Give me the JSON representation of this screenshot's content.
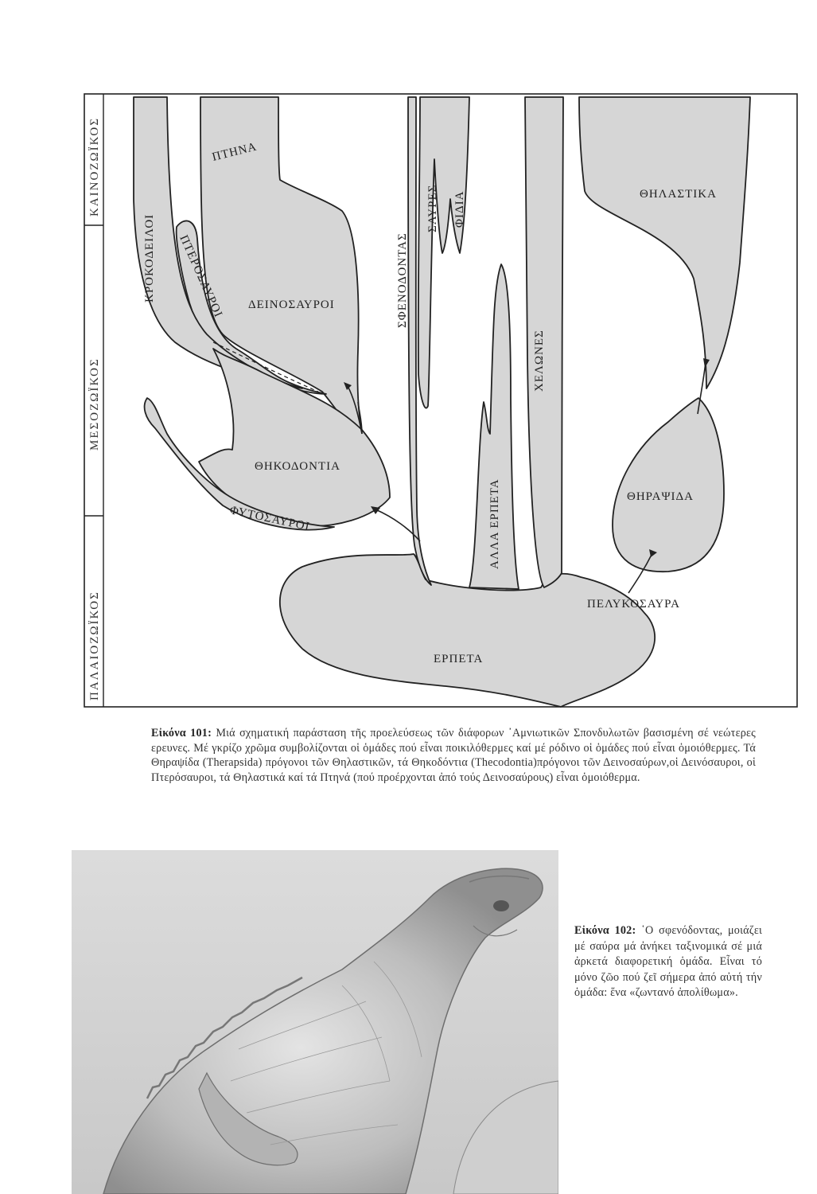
{
  "diagram": {
    "eras": {
      "cenozoic": "ΚΑΙΝΟΖΩΪΚΟΣ",
      "mesozoic": "ΜΕΣΟΖΩΪΚΟΣ",
      "paleozoic": "ΠΑΛΑΙΟΖΩΪΚΟΣ"
    },
    "labels": {
      "birds": "ΠΤΗΝΑ",
      "crocodiles": "ΚΡΟΚΟΔΕΙΛΟΙ",
      "pterosaurs": "ΠΤΕΡΟΣΑΥΡΟΙ",
      "dinosaurs": "ΔΕΙΝΟΣΑΥΡΟΙ",
      "thecodonts": "ΘΗΚΟΔΟΝΤΙΑ",
      "phytosaurs": "ΦΥΤΟΣΑΥΡΟΙ",
      "sphenodon": "ΣΦΕΝΟΔΟΝΤΑΣ",
      "lizards": "ΣΑΥΡΕΣ",
      "snakes": "ΦΙΔΙΑ",
      "other_reptiles": "ΑΛΛΑ ΕΡΠΕΤΑ",
      "turtles": "ΧΕΛΩΝΕΣ",
      "mammals": "ΘΗΛΑΣΤΙΚΑ",
      "therapsids": "ΘΗΡΑΨΙΔΑ",
      "pelycosaurs": "ΠΕΛΥΚΟΣΑΥΡΑ",
      "reptiles": "ΕΡΠΕΤΑ"
    },
    "colors": {
      "fill": "#d6d6d6",
      "stroke": "#222222"
    }
  },
  "caption101": {
    "title": "Εἰκόνα 101:",
    "text": "Μιά σχηματική παράσταση τῆς προελεύσεως τῶν διάφορων ᾿Αμνιωτικῶν Σπονδυλωτῶν βασισμένη σέ νεώτερες ερευνες. Μέ γκρίζο χρῶμα συμβολίζονται οἱ ὁμάδες πού εἶναι ποικιλόθερμες καί μέ ρόδινο οἱ ὁμάδες πού εἶναι ὁμοιόθερμες. Τά Θηραψίδα (Therapsida) πρόγονοι τῶν Θηλαστικῶν, τά Θηκοδόντια (Thecodontia)πρόγονοι τῶν Δεινοσαύρων,οἱ Δεινόσαυροι, οἱ Πτερόσαυροι, τά Θηλαστικά καί τά Πτηνά (πού προέρχονται ἀπό τούς Δεινοσαύρους) εἶναι ὁμοιόθερμα."
  },
  "caption102": {
    "title": "Εἰκόνα 102:",
    "text": "῾Ο σφενόδοντας, μοιάζει μέ σαύρα μά ἀνήκει ταξινομικά σέ μιά ἀρκετά διαφορετική ὁμάδα. Εἶναι τό μόνο ζῶο πού ζεῖ σήμερα ἀπό αὐτή τήν ὁμάδα: ἕνα «ζωντανό ἀπολίθωμα»."
  }
}
